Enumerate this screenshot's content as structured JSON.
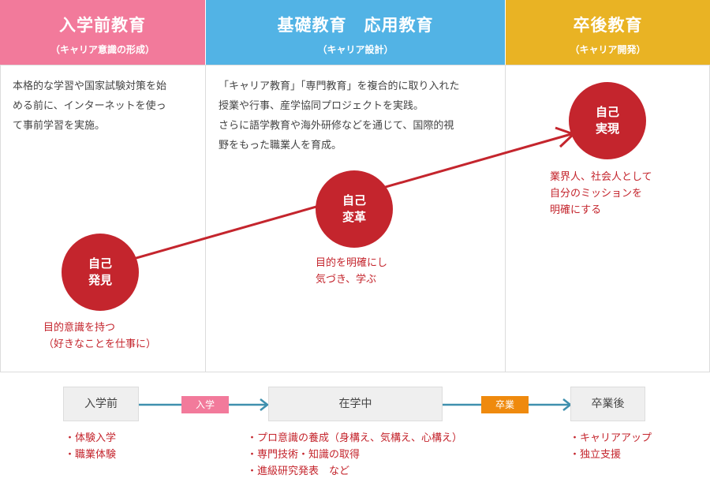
{
  "colors": {
    "pink": "#f27a9b",
    "blue": "#52b3e5",
    "yellow": "#e9b324",
    "red": "#c4252d",
    "arrow": "#3f90ae",
    "orange": "#ef8a0e"
  },
  "columns": [
    {
      "title": "入学前教育",
      "subtitle": "（キャリア意識の形成）",
      "description": [
        "本格的な学習や国家試験対策を始",
        "める前に、インターネットを使っ",
        "て事前学習を実施。"
      ]
    },
    {
      "title": "基礎教育　応用教育",
      "subtitle": "（キャリア設計）",
      "description": [
        "「キャリア教育」「専門教育」を複合的に取り入れた",
        "授業や行事、産学協同プロジェクトを実践。",
        "さらに語学教育や海外研修などを通じて、国際的視",
        "野をもった職業人を育成。"
      ]
    },
    {
      "title": "卒後教育",
      "subtitle": "（キャリア開発）",
      "description": []
    }
  ],
  "stages": [
    {
      "label": [
        "自己",
        "発見"
      ],
      "caption": [
        "目的意識を持つ",
        "（好きなことを仕事に）"
      ]
    },
    {
      "label": [
        "自己",
        "変革"
      ],
      "caption": [
        "目的を明確にし",
        "気づき、学ぶ"
      ]
    },
    {
      "label": [
        "自己",
        "実現"
      ],
      "caption": [
        "業界人、社会人として",
        "自分のミッションを",
        "明確にする"
      ]
    }
  ],
  "timeline": {
    "phases": [
      "入学前",
      "在学中",
      "卒業後"
    ],
    "transitions": [
      "入学",
      "卒業"
    ],
    "bullets": [
      [
        "・体験入学",
        "・職業体験"
      ],
      [
        "・プロ意識の養成（身構え、気構え、心構え）",
        "・専門技術・知識の取得",
        "・進級研究発表　など"
      ],
      [
        "・キャリアアップ",
        "・独立支援"
      ]
    ]
  }
}
